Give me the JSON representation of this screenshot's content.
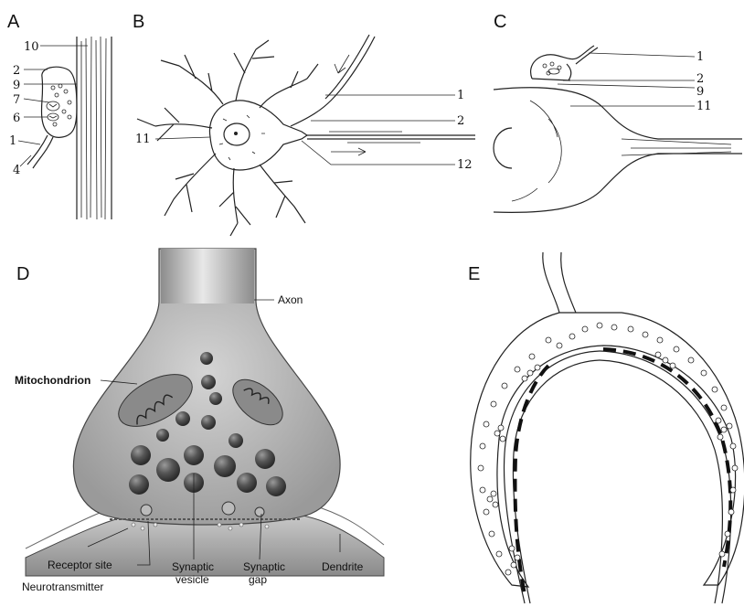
{
  "panels": {
    "a": {
      "letter": "A",
      "labels": {
        "n10": "10",
        "n2": "2",
        "n9": "9",
        "n7": "7",
        "n6": "6",
        "n1": "1",
        "n4": "4"
      }
    },
    "b": {
      "letter": "B",
      "labels": {
        "n1": "1",
        "n2": "2",
        "n11": "11",
        "n12": "12"
      }
    },
    "c": {
      "letter": "C",
      "labels": {
        "n1": "1",
        "n2": "2",
        "n9": "9",
        "n11": "11"
      }
    },
    "d": {
      "letter": "D",
      "labels": {
        "axon": "Axon",
        "mitochondrion": "Mitochondrion",
        "receptor_site": "Receptor site",
        "neurotransmitter": "Neurotransmitter",
        "synaptic_vesicle_1": "Synaptic",
        "synaptic_vesicle_2": "vesicle",
        "synaptic_gap_1": "Synaptic",
        "synaptic_gap_2": "gap",
        "dendrite": "Dendrite"
      }
    },
    "e": {
      "letter": "E"
    }
  }
}
